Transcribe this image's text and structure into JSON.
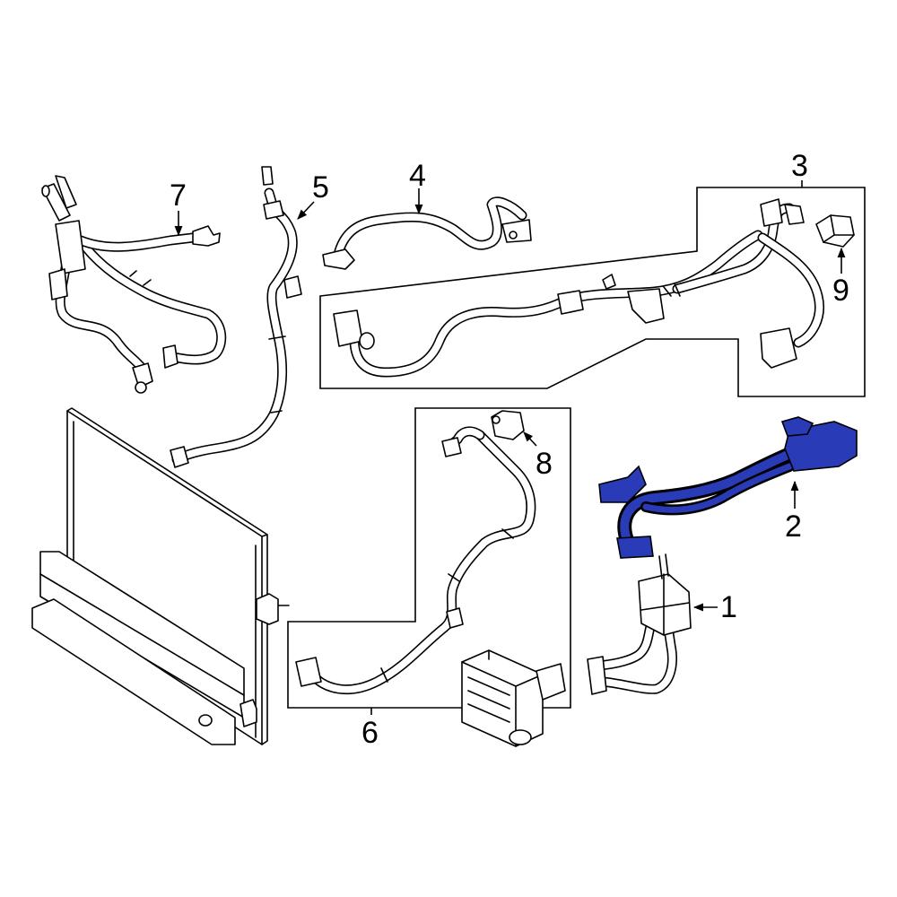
{
  "highlight_color": "#2a3bb8",
  "callouts": [
    {
      "id": "1",
      "label": "1"
    },
    {
      "id": "2",
      "label": "2"
    },
    {
      "id": "3",
      "label": "3"
    },
    {
      "id": "4",
      "label": "4"
    },
    {
      "id": "5",
      "label": "5"
    },
    {
      "id": "6",
      "label": "6"
    },
    {
      "id": "7",
      "label": "7"
    },
    {
      "id": "8",
      "label": "8"
    },
    {
      "id": "9",
      "label": "9"
    }
  ]
}
